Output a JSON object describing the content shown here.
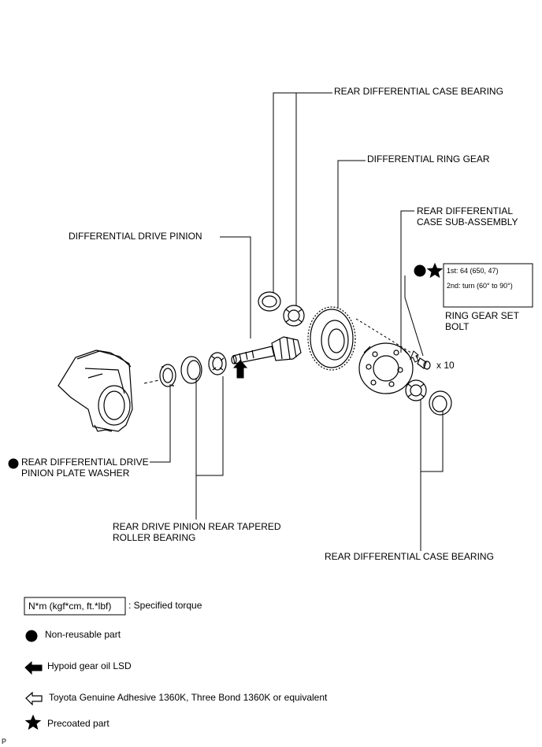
{
  "labels": {
    "case_bearing_top": "REAR DIFFERENTIAL CASE BEARING",
    "ring_gear": "DIFFERENTIAL RING GEAR",
    "case_subassembly_line1": "REAR DIFFERENTIAL",
    "case_subassembly_line2": "CASE SUB-ASSEMBLY",
    "drive_pinion": "DIFFERENTIAL DRIVE PINION",
    "torque_line1": "1st: 64 (650, 47)",
    "torque_line2": "2nd: turn (60° to 90°)",
    "ring_bolt_line1": "RING GEAR SET",
    "ring_bolt_line2": "BOLT",
    "bolt_qty": "x 10",
    "plate_washer_line1": "REAR DIFFERENTIAL DRIVE",
    "plate_washer_line2": "PINION PLATE WASHER",
    "pinion_bearing_line1": "REAR DRIVE PINION REAR TAPERED",
    "pinion_bearing_line2": "ROLLER BEARING",
    "case_bearing_bottom": "REAR DIFFERENTIAL CASE BEARING"
  },
  "legend": {
    "torque_box": "N*m (kgf*cm, ft.*lbf)",
    "torque_desc": ": Specified torque",
    "nonreusable": "Non-reusable part",
    "gear_oil": "Hypoid gear oil LSD",
    "adhesive": "Toyota Genuine Adhesive 1360K, Three Bond 1360K or equivalent",
    "precoated": "Precoated part"
  },
  "corner_mark": "P",
  "icons": [
    "filled-circle-icon",
    "star-icon",
    "filled-arrow-icon",
    "outline-arrow-icon"
  ]
}
